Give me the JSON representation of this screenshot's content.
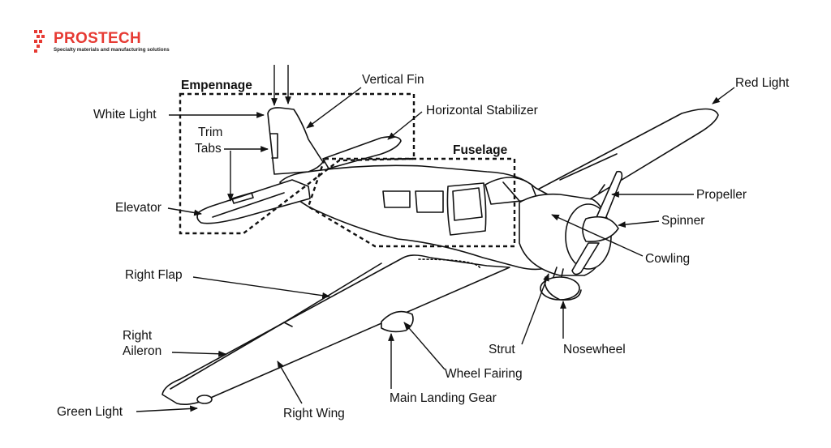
{
  "brand": {
    "name": "PROSTECH",
    "tagline": "Specialty materials and manufacturing solutions",
    "color": "#e63a33"
  },
  "labels": {
    "empennage": "Empennage",
    "vertical_fin": "Vertical Fin",
    "red_light": "Red Light",
    "white_light": "White Light",
    "horizontal_stabilizer": "Horizontal Stabilizer",
    "trim_1": "Trim",
    "trim_2": "Tabs",
    "fuselage": "Fuselage",
    "elevator": "Elevator",
    "propeller": "Propeller",
    "spinner": "Spinner",
    "cowling": "Cowling",
    "right_flap": "Right Flap",
    "right_aileron_1": "Right",
    "right_aileron_2": "Aileron",
    "strut": "Strut",
    "nosewheel": "Nosewheel",
    "wheel_fairing": "Wheel Fairing",
    "main_landing_gear": "Main Landing Gear",
    "green_light": "Green Light",
    "right_wing": "Right Wing"
  }
}
